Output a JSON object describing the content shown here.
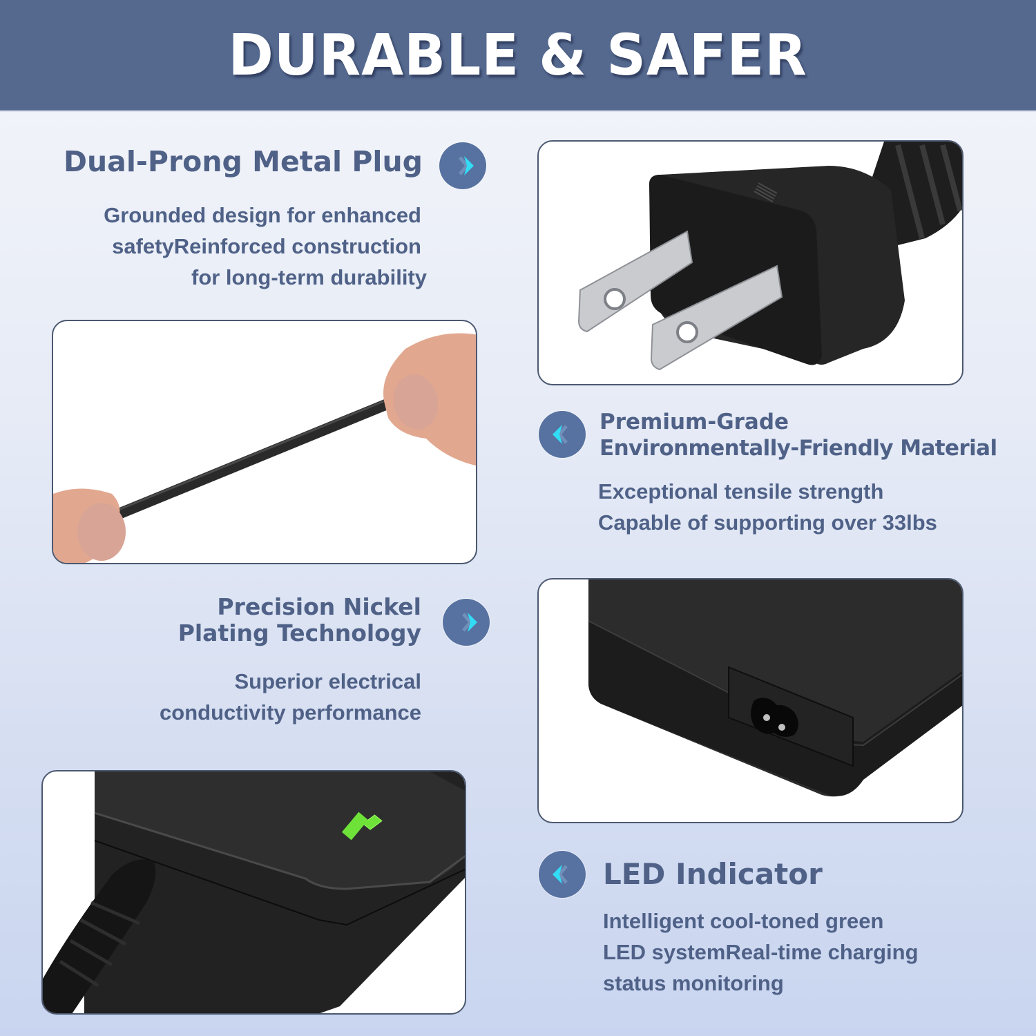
{
  "banner": {
    "title": "DURABLE & SAFER"
  },
  "colors": {
    "banner_bg": "#55698f",
    "text": "#4f6187",
    "bubble_bg": "#5772a0",
    "chevron": "#33dcf5",
    "led_green": "#6fe23a",
    "panel_border": "#4b5870"
  },
  "features": [
    {
      "title": "Dual-Prong Metal Plug",
      "description": [
        "Grounded design for enhanced",
        "safetyReinforced construction",
        "for long-term durability"
      ],
      "icon": "chevron-right-icon"
    },
    {
      "title": [
        "Premium-Grade",
        "Environmentally-Friendly Material"
      ],
      "description": [
        "Exceptional tensile strength",
        "Capable of supporting over 33lbs"
      ],
      "icon": "chevron-left-icon"
    },
    {
      "title": [
        "Precision Nickel",
        "Plating Technology"
      ],
      "description": [
        "Superior electrical",
        "conductivity performance"
      ],
      "icon": "chevron-right-icon"
    },
    {
      "title": "LED Indicator",
      "description": [
        "Intelligent cool-toned green",
        "LED systemReal-time charging",
        "status monitoring"
      ],
      "icon": "chevron-left-icon"
    }
  ],
  "images": [
    {
      "name": "two-prong-plug-photo"
    },
    {
      "name": "cable-tension-photo"
    },
    {
      "name": "adapter-ac-inlet-photo"
    },
    {
      "name": "adapter-led-photo"
    }
  ]
}
